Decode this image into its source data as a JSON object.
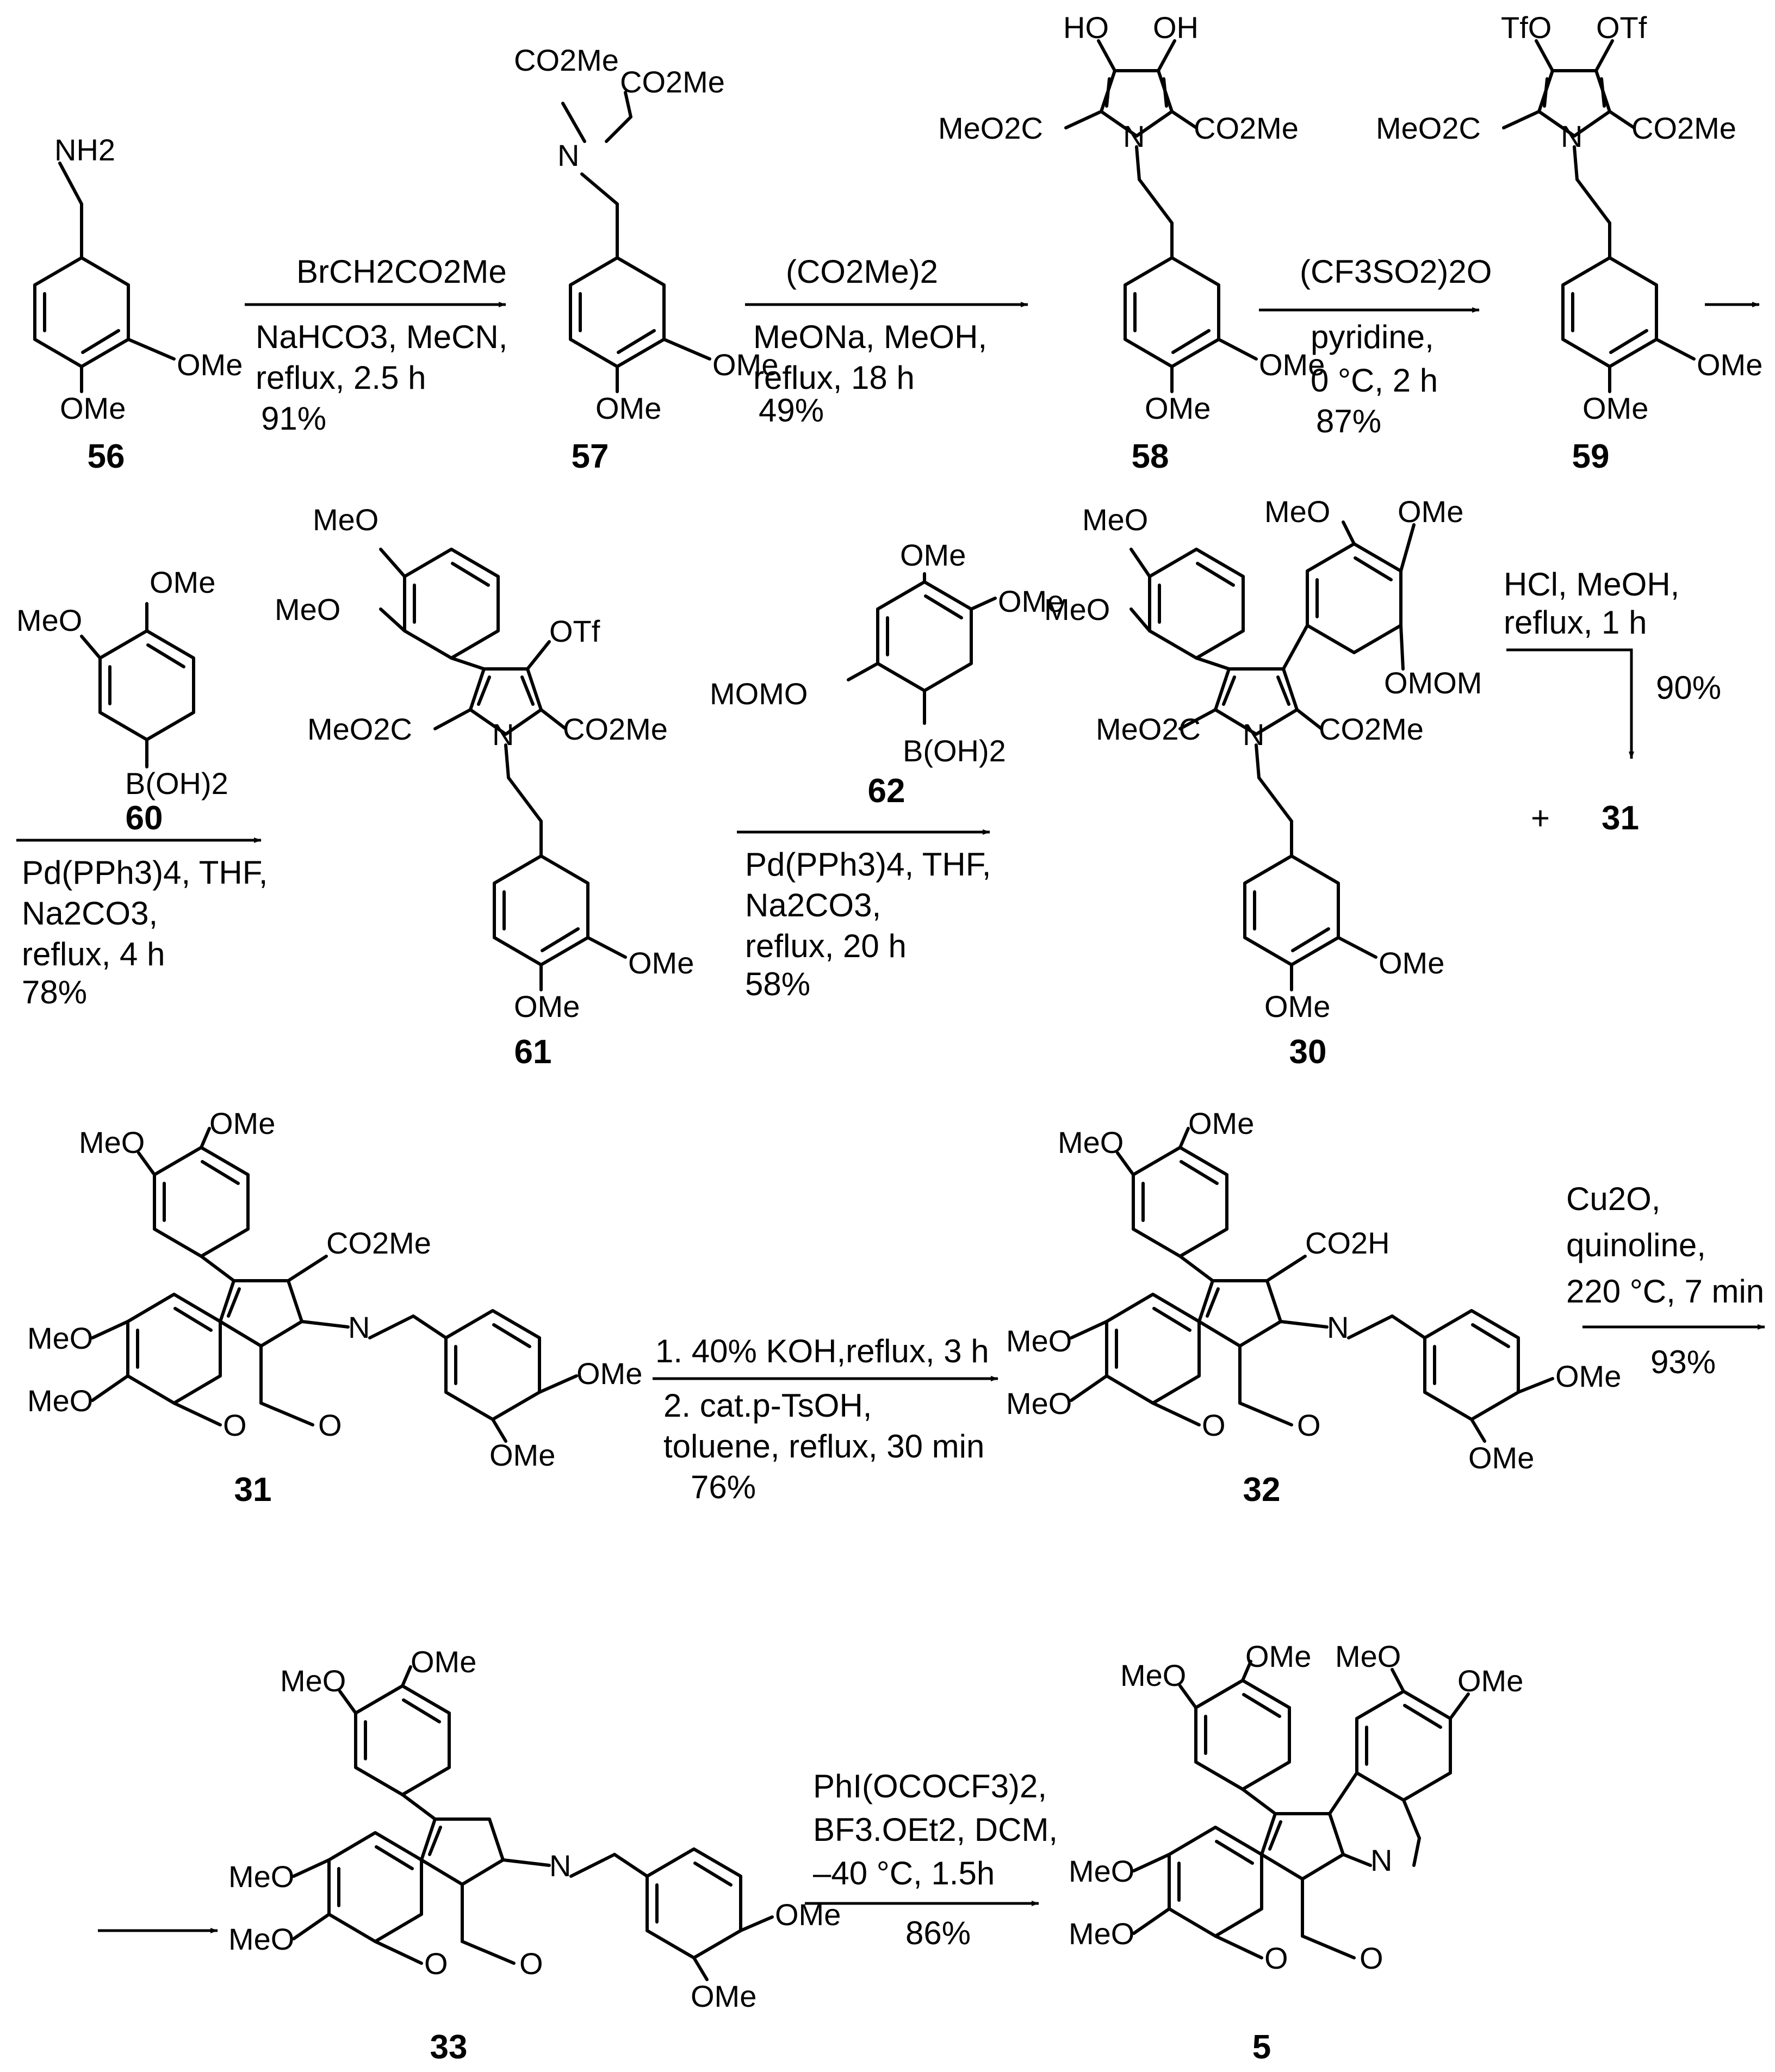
{
  "compounds": {
    "c56": {
      "label": "56",
      "groups": {
        "amine": "NH2",
        "ome_a": "OMe",
        "ome_b": "OMe"
      }
    },
    "c57": {
      "label": "57",
      "groups": {
        "ester_a": "CO2Me",
        "ester_b": "CO2Me",
        "n": "N",
        "ome_a": "OMe",
        "ome_b": "OMe"
      }
    },
    "c58": {
      "label": "58",
      "groups": {
        "oh_a": "HO",
        "oh_b": "OH",
        "ester_l": "MeO2C",
        "ester_r": "CO2Me",
        "n": "N",
        "ome_a": "OMe",
        "ome_b": "OMe"
      }
    },
    "c59": {
      "label": "59",
      "groups": {
        "otf_a": "TfO",
        "otf_b": "OTf",
        "ester_l": "MeO2C",
        "ester_r": "CO2Me",
        "n": "N",
        "ome_a": "OMe",
        "ome_b": "OMe"
      }
    },
    "c60": {
      "label": "60",
      "groups": {
        "ome_a": "OMe",
        "ome_b": "MeO",
        "boronic": "B(OH)2"
      }
    },
    "c61": {
      "label": "61",
      "groups": {
        "meo_a": "MeO",
        "meo_b": "MeO",
        "otf": "OTf",
        "ester_l": "MeO2C",
        "ester_r": "CO2Me",
        "n": "N",
        "ome_a": "OMe",
        "ome_b": "OMe"
      }
    },
    "c62": {
      "label": "62",
      "groups": {
        "ome_a": "OMe",
        "ome_b": "OMe",
        "mom": "MOMO",
        "boronic": "B(OH)2"
      }
    },
    "c30": {
      "label": "30",
      "groups": {
        "meo_a": "MeO",
        "meo_b": "MeO",
        "meo_c": "MeO",
        "ome_c": "OMe",
        "omom": "OMOM",
        "ester_l": "MeO2C",
        "ester_r": "CO2Me",
        "n": "N",
        "ome_a": "OMe",
        "ome_b": "OMe"
      }
    },
    "c31": {
      "label": "31",
      "groups": {
        "meo_a": "MeO",
        "ome_a": "OMe",
        "ester": "CO2Me",
        "n": "N",
        "meo_b": "MeO",
        "meo_c": "MeO",
        "ome_b": "OMe",
        "ome_c": "OMe",
        "o_ring": "O",
        "o_carbonyl": "O"
      }
    },
    "c32": {
      "label": "32",
      "groups": {
        "meo_a": "MeO",
        "ome_a": "OMe",
        "acid": "CO2H",
        "n": "N",
        "meo_b": "MeO",
        "meo_c": "MeO",
        "ome_b": "OMe",
        "ome_c": "OMe",
        "o_ring": "O",
        "o_carbonyl": "O"
      }
    },
    "c33": {
      "label": "33",
      "groups": {
        "meo_a": "MeO",
        "ome_a": "OMe",
        "n": "N",
        "meo_b": "MeO",
        "meo_c": "MeO",
        "ome_b": "OMe",
        "ome_c": "OMe",
        "o_ring": "O",
        "o_carbonyl": "O"
      }
    },
    "c5": {
      "label": "5",
      "groups": {
        "meo_a": "MeO",
        "ome_a": "OMe",
        "meo_d": "MeO",
        "ome_d": "OMe",
        "n": "N",
        "meo_b": "MeO",
        "meo_c": "MeO",
        "o_ring": "O",
        "o_carbonyl": "O"
      }
    }
  },
  "steps": {
    "s1": {
      "lines": [
        "BrCH2CO2Me",
        "NaHCO3, MeCN,",
        "reflux, 2.5 h"
      ],
      "yield": "91%"
    },
    "s2": {
      "lines": [
        "(CO2Me)2",
        "MeONa, MeOH,",
        "reflux, 18 h"
      ],
      "yield": "49%"
    },
    "s3": {
      "lines": [
        "(CF3SO2)2O",
        "pyridine,",
        "0 °C, 2 h"
      ],
      "yield": "87%"
    },
    "s4": {
      "lines": [
        "Pd(PPh3)4, THF,",
        "Na2CO3,",
        "reflux, 4 h"
      ],
      "yield": "78%"
    },
    "s5": {
      "lines": [
        "Pd(PPh3)4, THF,",
        "Na2CO3,",
        "reflux, 20 h"
      ],
      "yield": "58%"
    },
    "s6": {
      "lines": [
        "HCl, MeOH,",
        "reflux, 1 h"
      ],
      "yield": "90%",
      "plus": "+"
    },
    "s7": {
      "lines": [
        "1. 40% KOH,reflux, 3 h",
        "2. cat.p-TsOH,",
        "toluene, reflux, 30 min"
      ],
      "yield": "76%"
    },
    "s8": {
      "lines": [
        "Cu2O,",
        "quinoline,",
        "220 °C, 7 min"
      ],
      "yield": "93%"
    },
    "s9": {
      "lines": [
        "PhI(OCOCF3)2,",
        "BF3.OEt2, DCM,",
        "–40 °C, 1.5h"
      ],
      "yield": "86%"
    }
  }
}
